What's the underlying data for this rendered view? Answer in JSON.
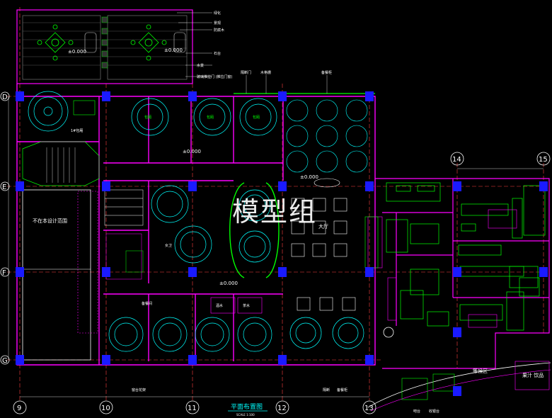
{
  "watermark": "模型组",
  "title": {
    "main": "平面布置图",
    "scale": "SCALE 1:100"
  },
  "grid": {
    "cols": [
      "9",
      "10",
      "11",
      "12",
      "13",
      "14",
      "15"
    ],
    "rows": [
      "D",
      "E",
      "F",
      "G"
    ]
  },
  "levels": {
    "terrace_left": "±0.000",
    "terrace_right": "±0.000",
    "corridor_mid": "±0.000",
    "hall": "±0.000",
    "lower_corridor": "±0.000"
  },
  "rooms": {
    "vip1": "1#包厢",
    "not_in_scope": "不在本设计范围",
    "hall": "大厅",
    "toilet": "女卫",
    "service": "备餐间",
    "waiting": "等候区",
    "juice": "果汁 饮品",
    "private": "包厢",
    "wine": "酒水",
    "tea": "茶水"
  },
  "notes_right": [
    "绿化",
    "景观",
    "防腐木",
    "石台",
    "水景",
    "玻璃推拉门 (推拉门窗)"
  ],
  "notes_top": [
    "隔断门",
    "木格栅",
    "备餐柜"
  ],
  "notes_bottom": [
    "窗台花架",
    "隔断",
    "备餐柜",
    "吧台",
    "收银台"
  ],
  "colors": {
    "background": "#000000",
    "wall": "#ff00ff",
    "furniture": "#00ff00",
    "column": "#1a1aff",
    "text": "#ffffff",
    "axis": "#ff4040"
  }
}
